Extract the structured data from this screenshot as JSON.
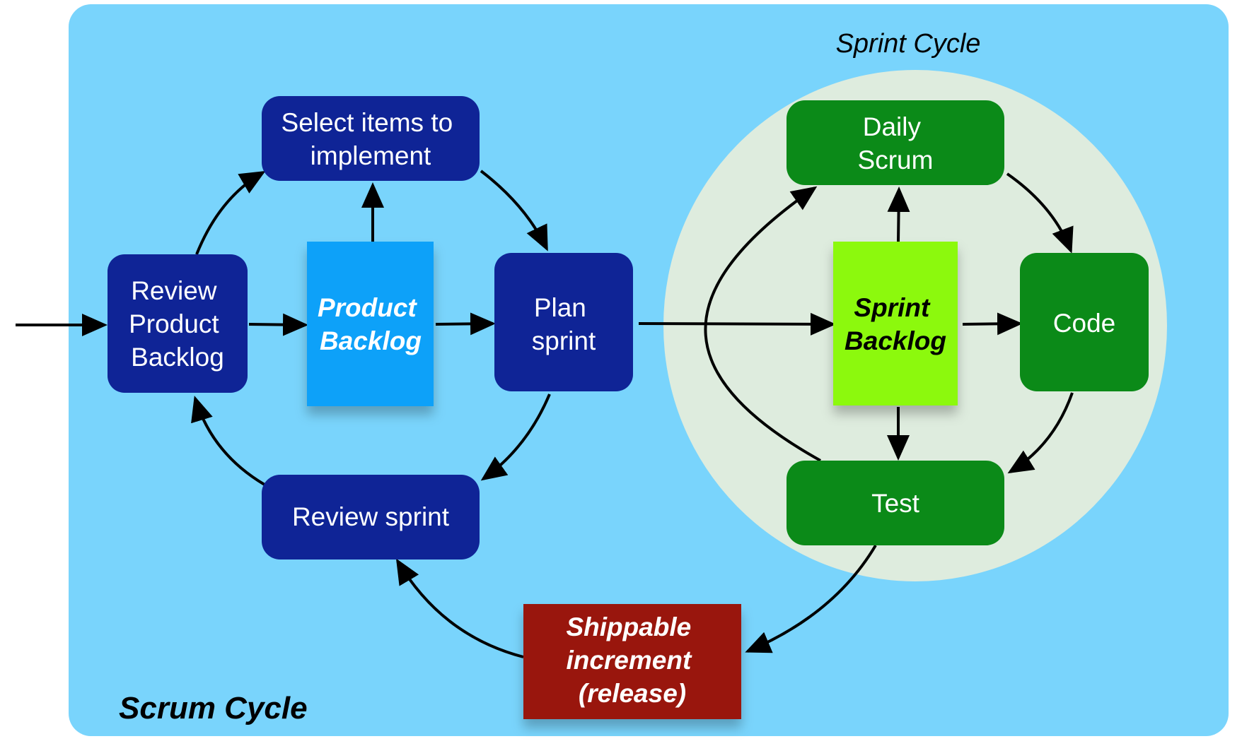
{
  "scrum_cycle": {
    "title": "Scrum Cycle"
  },
  "sprint_cycle": {
    "title": "Sprint Cycle"
  },
  "nodes": {
    "review_product_backlog": {
      "lines": [
        "Review",
        "Product",
        "Backlog"
      ]
    },
    "select_items": {
      "lines": [
        "Select items to",
        "implement"
      ]
    },
    "product_backlog": {
      "lines": [
        "Product",
        "Backlog"
      ]
    },
    "plan_sprint": {
      "lines": [
        "Plan",
        "sprint"
      ]
    },
    "review_sprint": {
      "lines": [
        "Review sprint"
      ]
    },
    "daily_scrum": {
      "lines": [
        "Daily",
        "Scrum"
      ]
    },
    "sprint_backlog": {
      "lines": [
        "Sprint",
        "Backlog"
      ]
    },
    "code": {
      "lines": [
        "Code"
      ]
    },
    "test": {
      "lines": [
        "Test"
      ]
    },
    "shippable_increment": {
      "lines": [
        "Shippable",
        "increment",
        "(release)"
      ]
    }
  },
  "colors": {
    "scrum_background": "#79d4fc",
    "sprint_background": "#deecde",
    "scrum_node": "#0f2496",
    "product_backlog": "#0ba1f9",
    "sprint_node": "#0b8a18",
    "sprint_backlog": "#8cf90d",
    "shippable_increment": "#991308",
    "arrow": "#000000"
  }
}
